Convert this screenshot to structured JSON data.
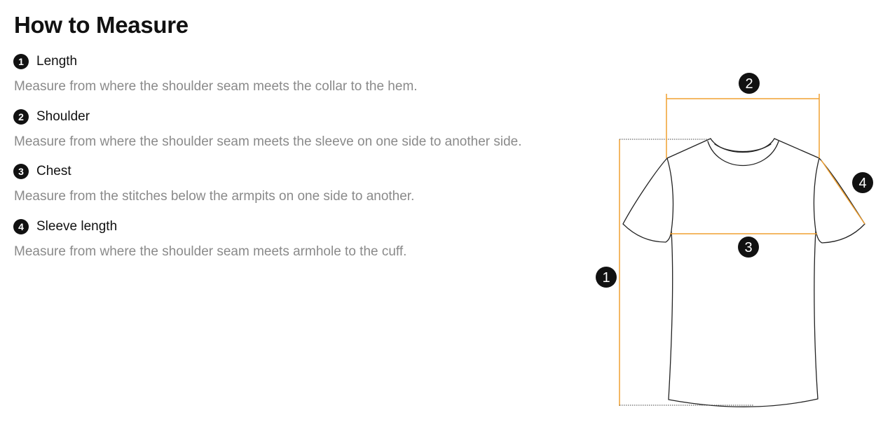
{
  "title": "How to Measure",
  "steps": [
    {
      "number": "1",
      "label": "Length",
      "description": "Measure from where the shoulder seam meets the collar to the hem."
    },
    {
      "number": "2",
      "label": "Shoulder",
      "description": "Measure from where the shoulder seam meets the sleeve on one side to another side."
    },
    {
      "number": "3",
      "label": "Chest",
      "description": "Measure from the stitches below the armpits on one side to another."
    },
    {
      "number": "4",
      "label": "Sleeve length",
      "description": "Measure from where the shoulder seam meets armhole to the cuff."
    }
  ],
  "diagram": {
    "markers": [
      "1",
      "2",
      "3",
      "4"
    ],
    "accent_color": "#f0a030"
  }
}
